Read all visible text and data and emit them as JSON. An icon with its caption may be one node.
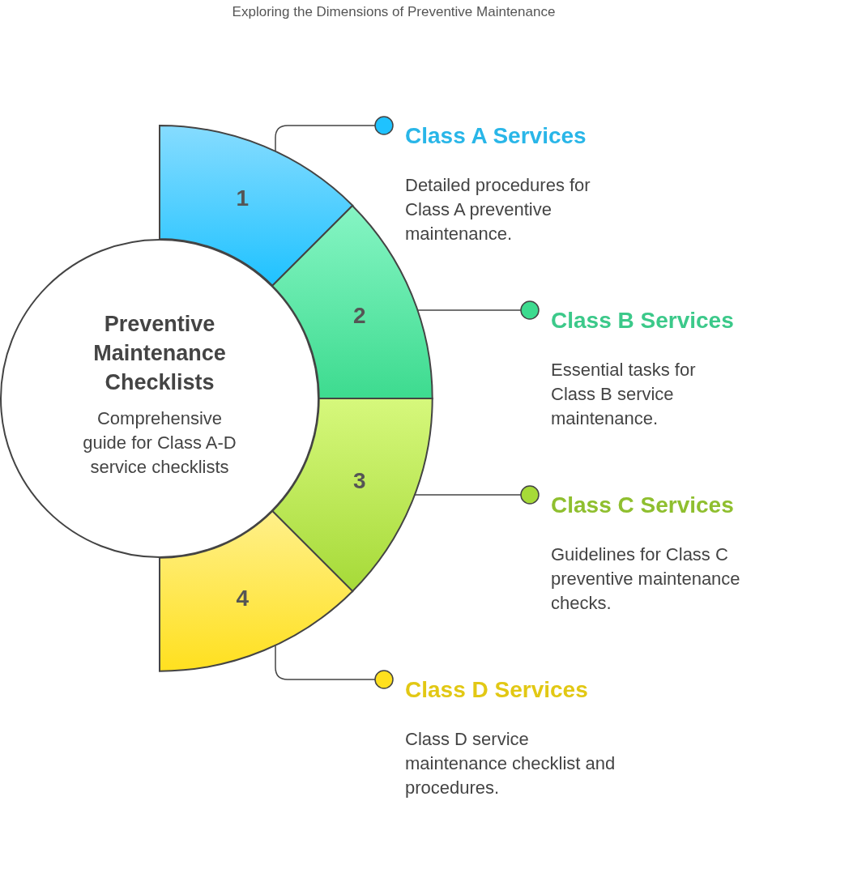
{
  "diagram": {
    "title": "Exploring the Dimensions of Preventive Maintenance",
    "nodes": [
      {
        "text": [
          "Preventive Maintenance Checklists",
          "Comprehensive guide for Class A-D service checklists"
        ]
      },
      {
        "text": [
          "1"
        ]
      },
      {
        "text": [
          "2"
        ]
      },
      {
        "text": [
          "3"
        ]
      },
      {
        "text": [
          "4"
        ]
      },
      {
        "text": [
          "Class A Services",
          "Detailed procedures for Class A preventive maintenance."
        ]
      },
      {
        "text": [
          "Class B Services",
          "Essential tasks for Class B service maintenance."
        ]
      },
      {
        "text": [
          "Class C Services",
          "Guidelines for Class C preventive maintenance checks."
        ]
      },
      {
        "text": [
          "Class D Services",
          "Class D service maintenance checklist and procedures."
        ]
      }
    ],
    "edges": [
      {
        "from": 1,
        "to": 5,
        "arrow": "other"
      },
      {
        "from": 2,
        "to": 6,
        "arrow": "other"
      },
      {
        "from": 3,
        "to": 7,
        "arrow": "other"
      },
      {
        "from": 4,
        "to": 8,
        "arrow": "other"
      }
    ]
  }
}
